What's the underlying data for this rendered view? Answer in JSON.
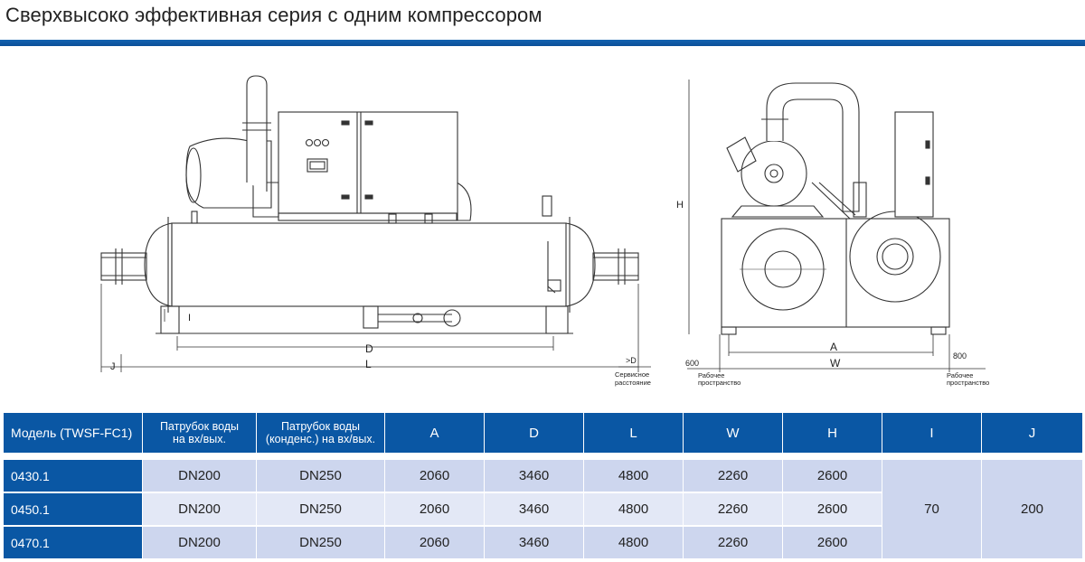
{
  "title": "Сверхвысоко эффективная серия с одним компрессором",
  "drawing_labels": {
    "dim_I": "I",
    "dim_J": "J",
    "dim_D": "D",
    "dim_L": "L",
    "dim_gtD": ">D",
    "service_line1": "Сервисное",
    "service_line2": "расстояние",
    "dim_H": "H",
    "dim_A": "A",
    "dim_W": "W",
    "dim_600": "600",
    "dim_800": "800",
    "work_left_line1": "Рабочее",
    "work_left_line2": "пространство",
    "work_right_line1": "Рабочее",
    "work_right_line2": "пространство"
  },
  "table": {
    "headers": {
      "model": "Модель (TWSF-FC1)",
      "evap_line1": "Патрубок воды",
      "evap_line2": "на вх/вых.",
      "cond_line1": "Патрубок воды",
      "cond_line2": "(конденс.) на вх/вых.",
      "A": "A",
      "D": "D",
      "L": "L",
      "W": "W",
      "H": "H",
      "I": "I",
      "J": "J"
    },
    "rows": [
      {
        "model": "0430.1",
        "evap": "DN200",
        "cond": "DN250",
        "A": "2060",
        "D": "3460",
        "L": "4800",
        "W": "2260",
        "H": "2600"
      },
      {
        "model": "0450.1",
        "evap": "DN200",
        "cond": "DN250",
        "A": "2060",
        "D": "3460",
        "L": "4800",
        "W": "2260",
        "H": "2600"
      },
      {
        "model": "0470.1",
        "evap": "DN200",
        "cond": "DN250",
        "A": "2060",
        "D": "3460",
        "L": "4800",
        "W": "2260",
        "H": "2600"
      }
    ],
    "merged": {
      "I": "70",
      "J": "200"
    }
  }
}
